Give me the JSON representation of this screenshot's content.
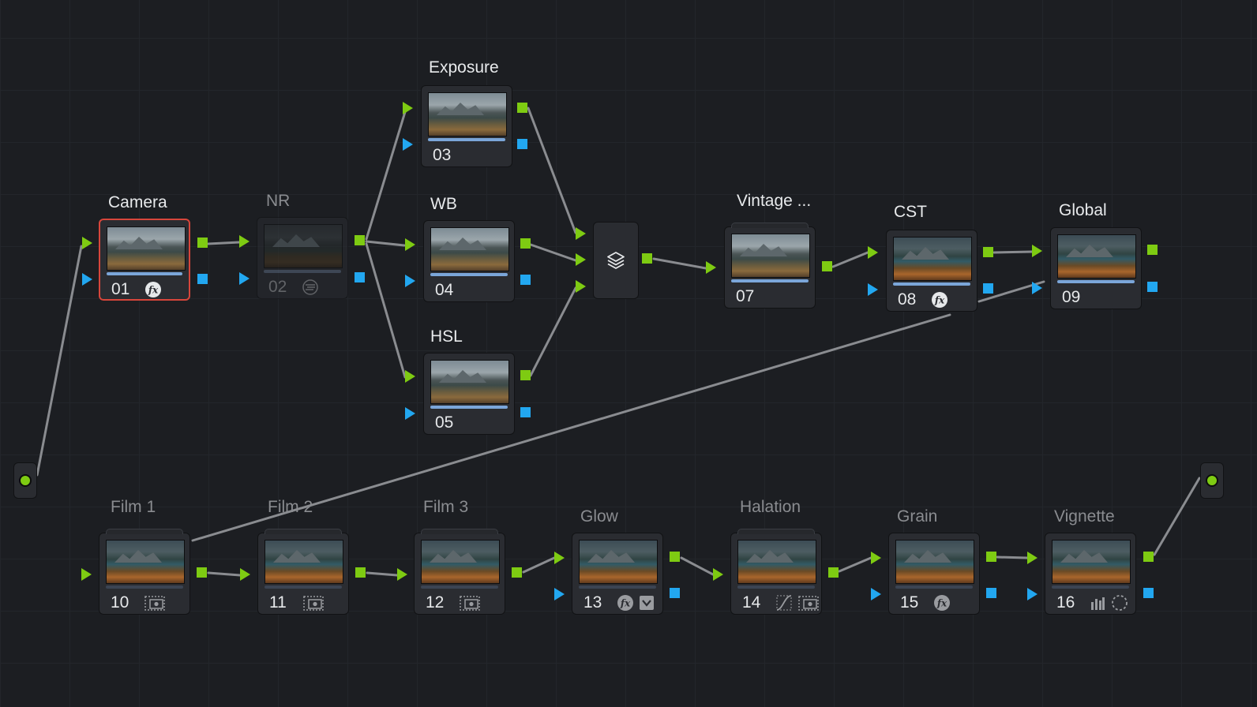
{
  "nodes": [
    {
      "id": "01",
      "label": "Camera",
      "tools": [
        "fx"
      ]
    },
    {
      "id": "02",
      "label": "NR",
      "tools": [
        "noise-reduction"
      ]
    },
    {
      "id": "03",
      "label": "Exposure",
      "tools": []
    },
    {
      "id": "04",
      "label": "WB",
      "tools": []
    },
    {
      "id": "05",
      "label": "HSL",
      "tools": []
    },
    {
      "id": "07",
      "label": "Vintage ...",
      "tools": []
    },
    {
      "id": "08",
      "label": "CST",
      "tools": [
        "fx"
      ]
    },
    {
      "id": "09",
      "label": "Global",
      "tools": []
    },
    {
      "id": "10",
      "label": "Film 1",
      "tools": [
        "capture-effect"
      ]
    },
    {
      "id": "11",
      "label": "Film 2",
      "tools": [
        "capture-effect"
      ]
    },
    {
      "id": "12",
      "label": "Film 3",
      "tools": [
        "capture-effect"
      ]
    },
    {
      "id": "13",
      "label": "Glow",
      "tools": [
        "fx",
        "checkbox"
      ]
    },
    {
      "id": "14",
      "label": "Halation",
      "tools": [
        "curve",
        "capture-effect"
      ]
    },
    {
      "id": "15",
      "label": "Grain",
      "tools": [
        "fx"
      ]
    },
    {
      "id": "16",
      "label": "Vignette",
      "tools": [
        "bars",
        "power-window"
      ]
    }
  ],
  "layer_mixer": {
    "icon": "layers-icon"
  },
  "colors": {
    "background": "#1c1e22",
    "node": "#2a2c31",
    "rgb_port": "#7ecb12",
    "key_port": "#22a7f0",
    "wire": "#8a8c90",
    "selected": "#d8463b",
    "progress": "#7ba6d9"
  }
}
